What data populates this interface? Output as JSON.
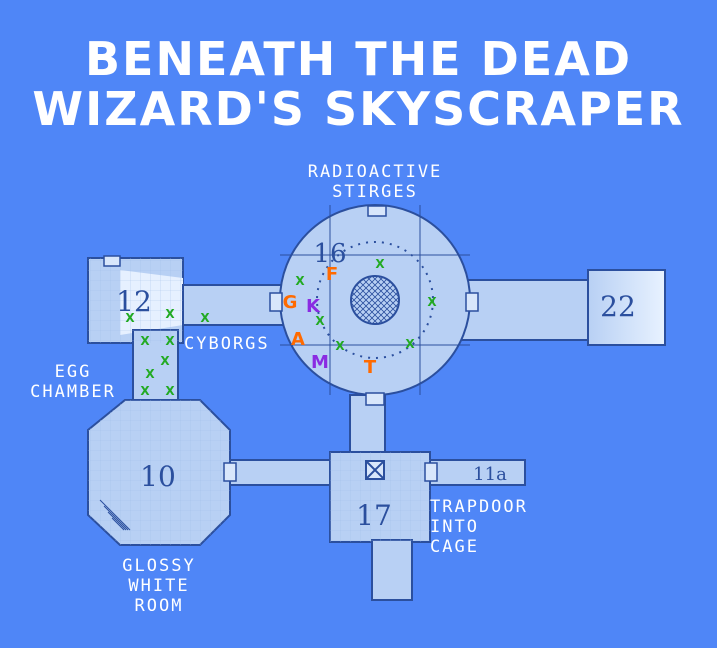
{
  "title": {
    "line1": "BENEATH THE DEAD",
    "line2": "WIZARD'S SKYSCRAPER"
  },
  "labels": {
    "radioactive": [
      "RADIOACTIVE",
      "STIRGES"
    ],
    "cyborgs": "CYBORGS",
    "egg": [
      "EGG",
      "CHAMBER"
    ],
    "glossy": [
      "GLOSSY",
      "WHITE",
      "ROOM"
    ],
    "trapdoor": [
      "TRAPDOOR",
      "INTO",
      "CAGE"
    ]
  },
  "rooms": {
    "r10": "10",
    "r11a": "11a",
    "r12": "12",
    "r16": "16",
    "r17": "17",
    "r22": "22"
  },
  "markers": [
    "F",
    "G",
    "K",
    "A",
    "M",
    "T"
  ],
  "cross_mark": "X",
  "colors": {
    "background": "#4f86f7",
    "room_fill": "#b8d0f4",
    "room_line": "#2b4f9e",
    "marker_orange": "#ff6a00",
    "marker_purple": "#8a2be2",
    "marker_green": "#22aa22",
    "marker_red": "#e8222a"
  }
}
